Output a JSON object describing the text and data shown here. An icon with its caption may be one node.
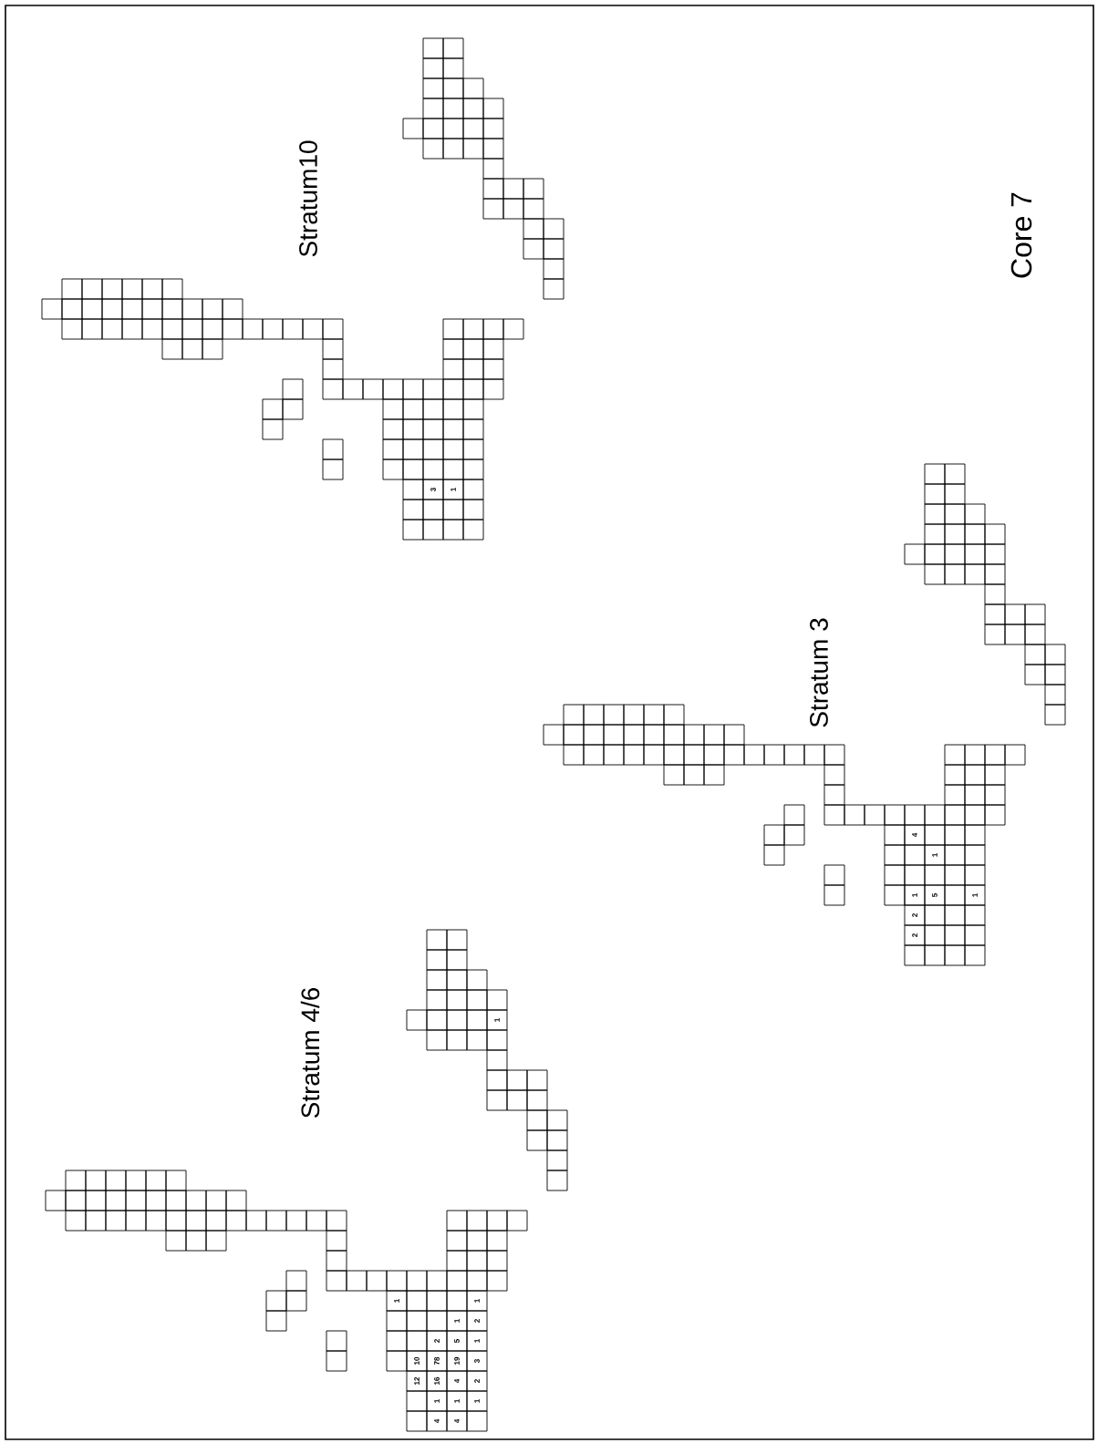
{
  "diagram": {
    "title": "Core 7",
    "labels": [
      "Stratum10",
      "3",
      "1",
      "Stratum 3",
      "4",
      "1",
      "1",
      "5",
      "1",
      "2",
      "2",
      "Stratum 4/6",
      "1",
      "1",
      "1",
      "1",
      "2",
      "2",
      "5",
      "1",
      "10",
      "78",
      "19",
      "3",
      "12",
      "16",
      "4",
      "2",
      "1",
      "1",
      "1",
      "4",
      "4"
    ]
  }
}
